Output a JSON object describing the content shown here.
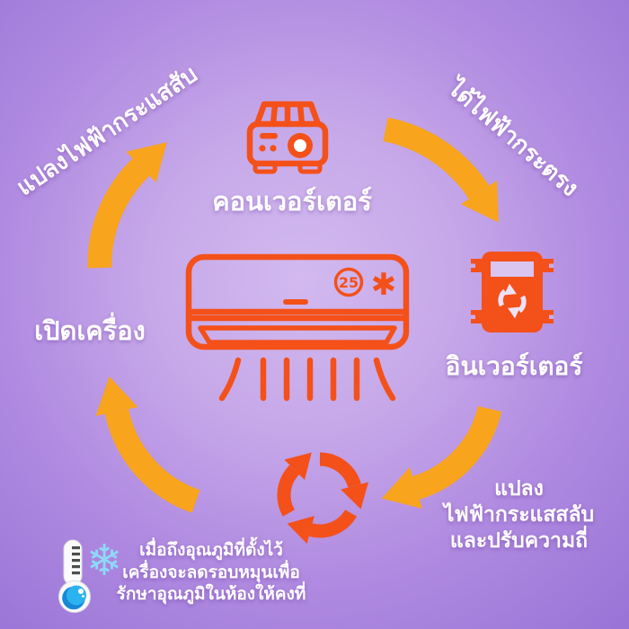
{
  "colors": {
    "background_center": "#d2b9ef",
    "background_edge": "#9a73d7",
    "icon_orange": "#f45019",
    "arrow_amber": "#f8a41c",
    "text_white": "#ffffff",
    "thermometer_blue": "#2bb3f0",
    "snowflake_blue": "#8fd9f7"
  },
  "cycle": {
    "top_left_rotated_label": "แปลงไฟฟ้ากระแสสับ",
    "top_right_rotated_label": "ได้ไฟฟ้ากระตรง",
    "converter": {
      "label": "คอนเวอร์เตอร์"
    },
    "inverter": {
      "label": "อินเวอร์เตอร์"
    },
    "power_on_label": "เปิดเครื่อง",
    "aircon": {
      "temperature": "25",
      "snowflake_symbol": "✱"
    },
    "rotation_caption": {
      "line1": "แปลง",
      "line2": "ไฟฟ้ากระแสสลับ",
      "line3": "และปรับความถี่"
    },
    "thermostat_note": {
      "line1": "เมื่อถึงอุณภูมิที่ตั้งไว้",
      "line2": "เครื่องจะลดรอบหมุนเพื่อ",
      "line3": "รักษาอุณภูมิในห้องให้คงที่"
    },
    "icons": {
      "snowflake_glyph": "❄"
    }
  }
}
